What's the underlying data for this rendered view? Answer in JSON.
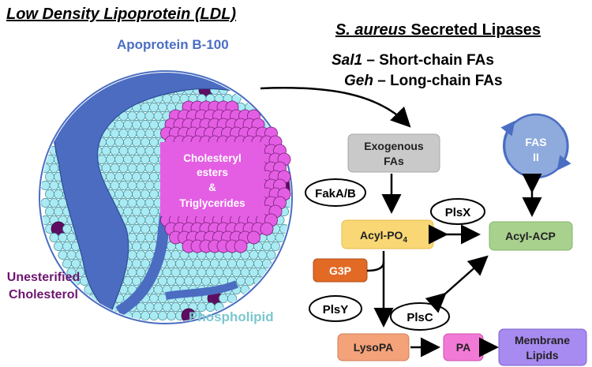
{
  "ldl": {
    "title": "Low Density Lipoprotein (LDL)",
    "apoprotein": "Apoprotein B-100",
    "core_line1": "Cholesteryl",
    "core_line2": "esters",
    "core_line3": "&",
    "core_line4": "Triglycerides",
    "cholesterol_line1": "Unesterified",
    "cholesterol_line2": "Cholesterol",
    "phospholipid": "Phospholipid"
  },
  "lipases": {
    "title_italic": "S. aureus",
    "title_rest": " Secreted Lipases",
    "sal1_name": "Sal1",
    "sal1_desc": " – Short-chain FAs",
    "geh_name": "Geh",
    "geh_desc": " – Long-chain FAs"
  },
  "pathway": {
    "exogenous_line1": "Exogenous",
    "exogenous_line2": "FAs",
    "fakab": "FakA/B",
    "acyl_po4_main": "Acyl-PO",
    "acyl_po4_sub": "4",
    "plsx": "PlsX",
    "acyl_acp": "Acyl-ACP",
    "fas_line1": "FAS",
    "fas_line2": "II",
    "g3p": "G3P",
    "plsy": "PlsY",
    "plsc": "PlsC",
    "lysopa": "LysoPA",
    "pa": "PA",
    "membrane_line1": "Membrane",
    "membrane_line2": "Lipids"
  },
  "colors": {
    "apoprotein": "#4b6cc1",
    "phospholipid_bead": "#aaeaf2",
    "cholesterol_dot": "#5e0d61",
    "core": "#e45ee4",
    "exogenous_box": "#c9c9c9",
    "acyl_po4_box": "#f9d775",
    "acyl_acp_box": "#a9d18e",
    "fas_circle": "#8faadc",
    "g3p_box": "#e26a25",
    "lysopa_box": "#f4a27a",
    "pa_box": "#f27ad7",
    "membrane_box": "#a78bf0",
    "cholesterol_text": "#6d1670",
    "phospholipid_text": "#7cc7d0",
    "apoprotein_text": "#4a6ec2"
  }
}
